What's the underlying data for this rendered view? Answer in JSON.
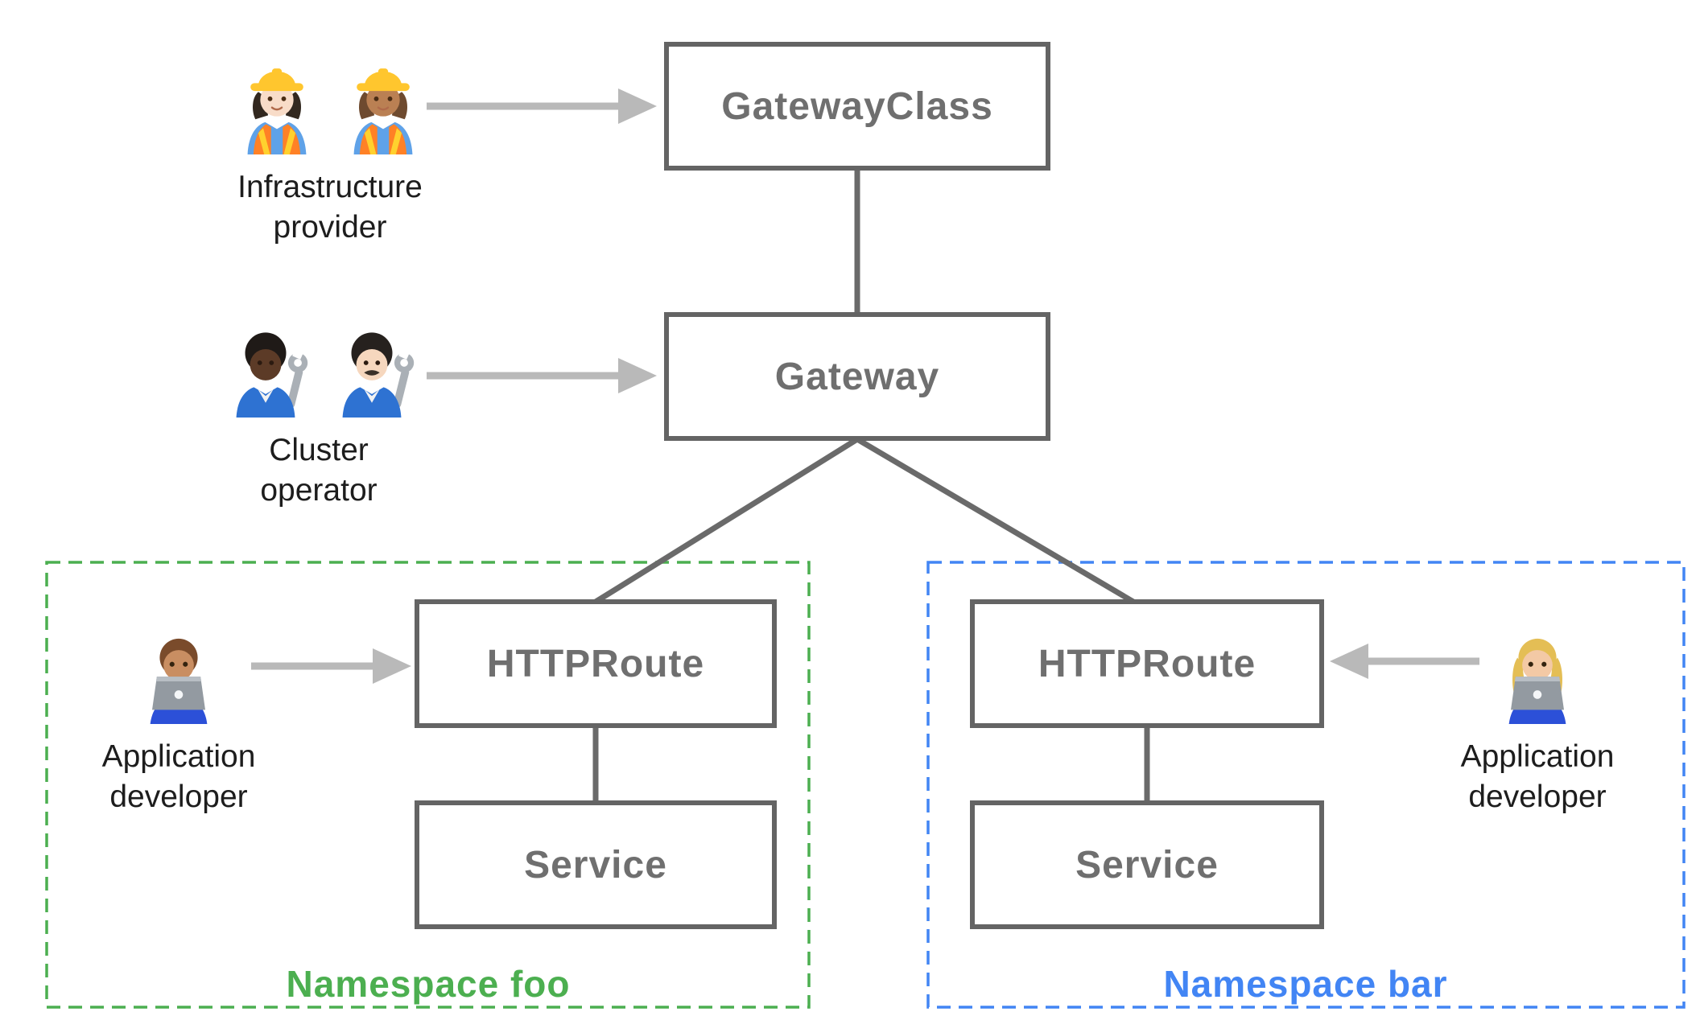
{
  "nodes": {
    "gatewayclass": "GatewayClass",
    "gateway": "Gateway",
    "httproute_foo": "HTTPRoute",
    "service_foo": "Service",
    "httproute_bar": "HTTPRoute",
    "service_bar": "Service"
  },
  "personas": {
    "infrastructure_provider": {
      "line1": "Infrastructure",
      "line2": "provider",
      "icons": [
        "woman-construction-worker-light-skin",
        "woman-construction-worker-medium-skin"
      ]
    },
    "cluster_operator": {
      "line1": "Cluster",
      "line2": "operator",
      "icons": [
        "mechanic-dark-skin",
        "man-mechanic-light-skin"
      ]
    },
    "application_developer_foo": {
      "line1": "Application",
      "line2": "developer",
      "icons": [
        "man-technologist"
      ]
    },
    "application_developer_bar": {
      "line1": "Application",
      "line2": "developer",
      "icons": [
        "woman-technologist"
      ]
    }
  },
  "namespaces": {
    "foo": {
      "label": "Namespace foo",
      "color": "#4CAF50"
    },
    "bar": {
      "label": "Namespace bar",
      "color": "#4285F4"
    }
  },
  "colors": {
    "node_border": "#646464",
    "node_text": "#6f6f6f",
    "connector": "#6a6a6a",
    "arrow": "#b9b9b9",
    "persona_label": "#1d1d1d"
  }
}
